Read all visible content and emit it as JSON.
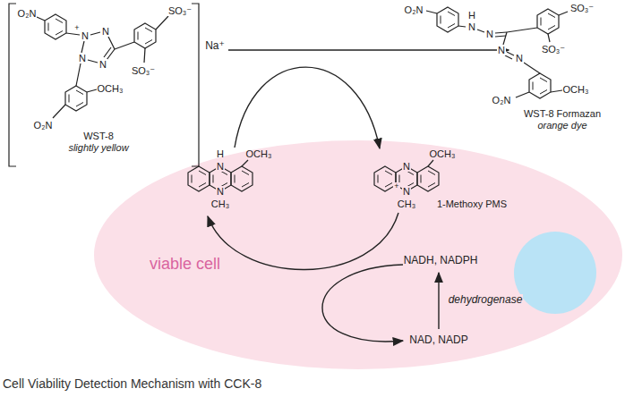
{
  "diagram": {
    "caption": "Cell Viability Detection Mechanism with CCK-8",
    "nodes": [
      {
        "text": [
          "viable cell"
        ]
      }
    ],
    "labels": [
      "O₂N",
      "N",
      "N",
      "+",
      "SO₃⁻",
      "N",
      "N",
      "SO₃⁻",
      "OCH₃",
      "O₂N",
      "WST-8",
      "slightly yellow",
      "Na⁺",
      "O₂N",
      "H",
      "N",
      "N",
      "SO₃⁻",
      "SO₃⁻",
      "N",
      "N",
      "OCH₃",
      "O₂N",
      "WST-8 Formazan",
      "orange dye",
      "H",
      "N",
      "OCH₃",
      "N",
      "CH₃",
      "N",
      "OCH₃",
      "N",
      "+",
      "CH₃",
      "1-Methoxy PMS",
      "NADH, NADPH",
      "dehydrogenase",
      "NAD, NADP"
    ]
  }
}
